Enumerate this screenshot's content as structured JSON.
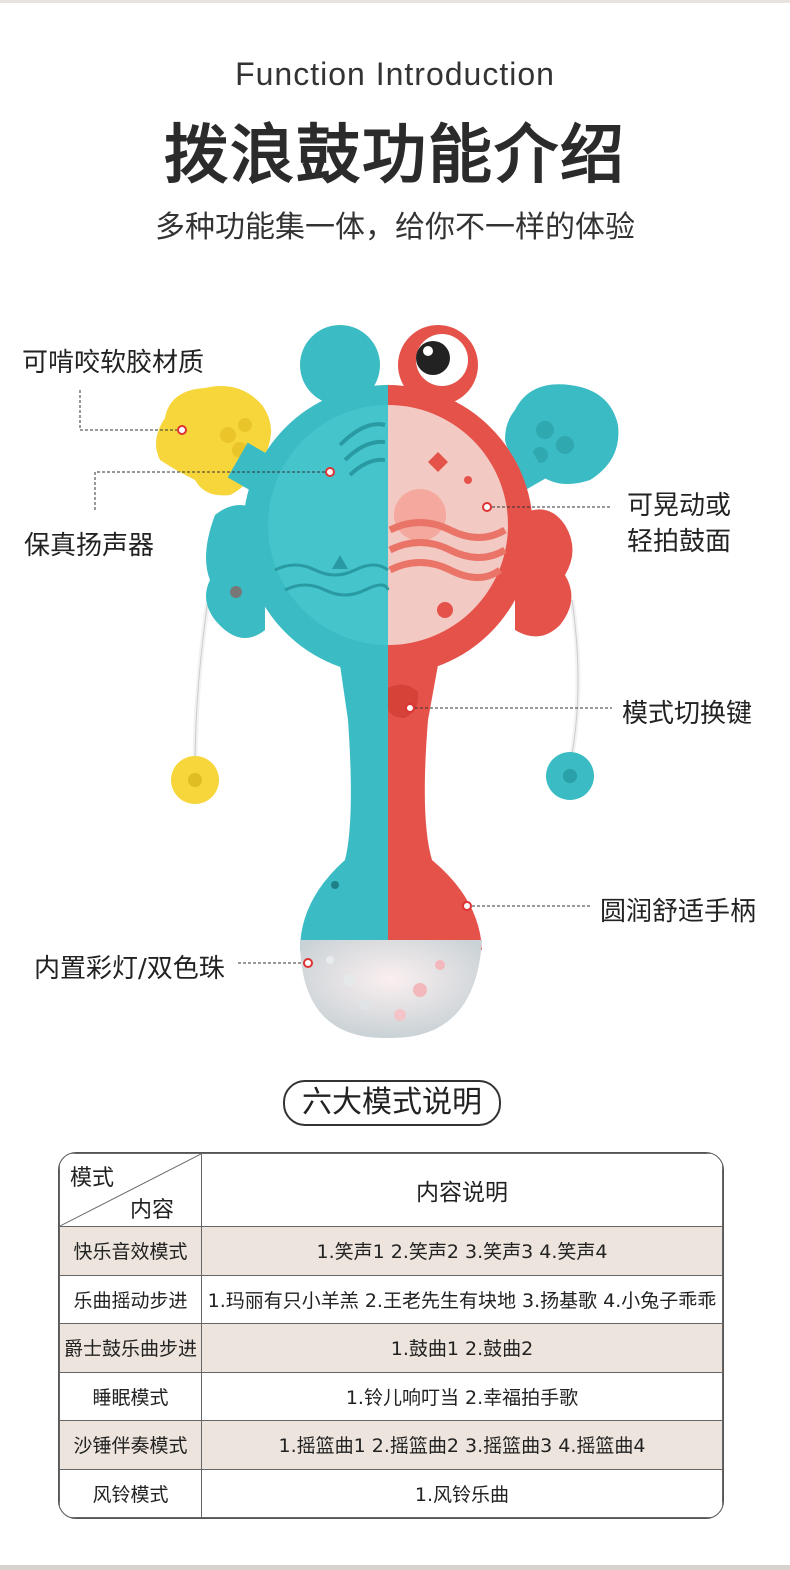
{
  "header": {
    "title_en": "Function Introduction",
    "title_cn": "拨浪鼓功能介绍",
    "subtitle": "多种功能集一体，给你不一样的体验"
  },
  "callouts": {
    "chew": "可啃咬软胶材质",
    "speaker": "保真扬声器",
    "drum": "可晃动或轻拍鼓面",
    "mode_key": "模式切换键",
    "handle": "圆润舒适手柄",
    "light": "内置彩灯/双色珠"
  },
  "modes_title": "六大模式说明",
  "table": {
    "corner_top": "模式",
    "corner_bottom": "内容",
    "content_header": "内容说明",
    "rows": [
      {
        "mode": "快乐音效模式",
        "content": "1.笑声1   2.笑声2   3.笑声3   4.笑声4"
      },
      {
        "mode": "乐曲摇动步进",
        "content": "1.玛丽有只小羊羔 2.王老先生有块地 3.扬基歌 4.小兔子乖乖"
      },
      {
        "mode": "爵士鼓乐曲步进",
        "content": "1.鼓曲1 2.鼓曲2"
      },
      {
        "mode": "睡眠模式",
        "content": "1.铃儿响叮当 2.幸福拍手歌"
      },
      {
        "mode": "沙锤伴奏模式",
        "content": "1.摇篮曲1   2.摇篮曲2  3.摇篮曲3   4.摇篮曲4"
      },
      {
        "mode": "风铃模式",
        "content": "1.风铃乐曲"
      }
    ]
  },
  "colors": {
    "teal": "#3bbcc4",
    "coral": "#e5524a",
    "yellow": "#f6d63a",
    "row_shade": "#ede5dd"
  }
}
